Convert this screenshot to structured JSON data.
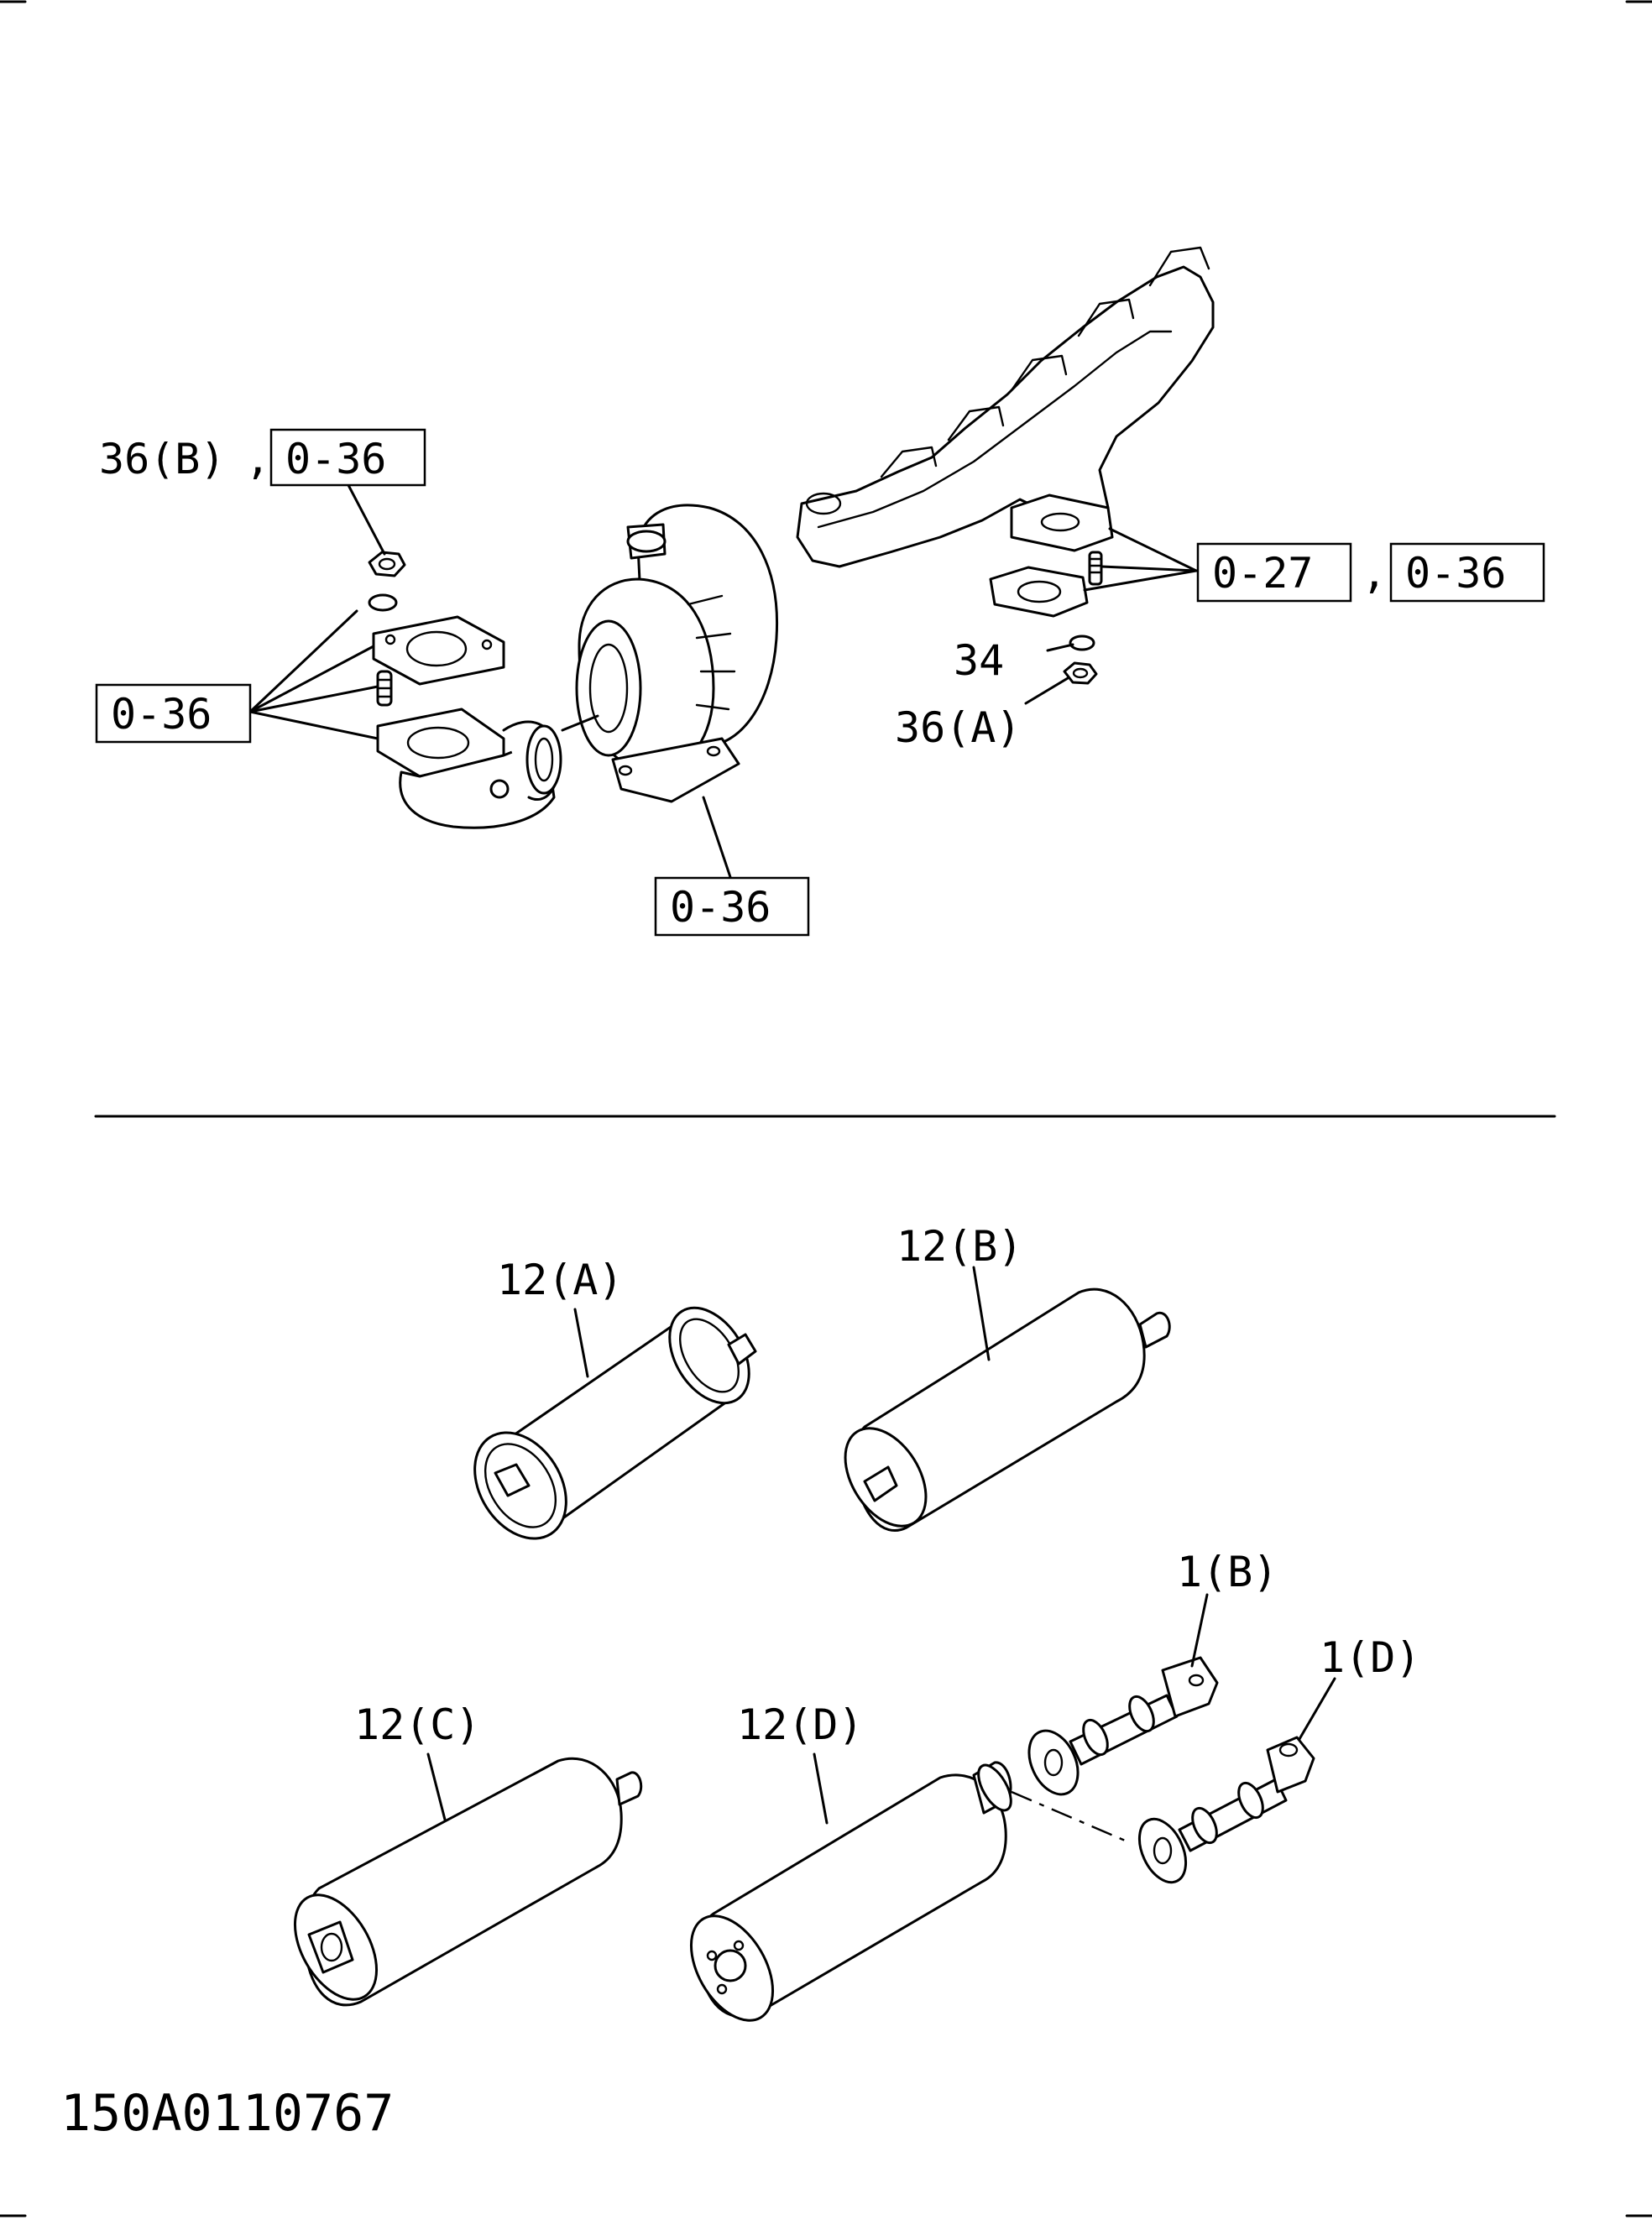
{
  "diagram": {
    "drawing_number": "150A0110767",
    "callouts": {
      "turbo_outlet_nut": "36(B)",
      "turbo_outlet_nut_ref": "0-36",
      "exhaust_elbow_ref": "0-36",
      "turbocharger_ref": "0-36",
      "manifold_ref_1": "0-27",
      "manifold_ref_2": "0-36",
      "separator": ",",
      "washer": "34",
      "manifold_nut": "36(A)",
      "muffler_a": "12(A)",
      "muffler_b": "12(B)",
      "muffler_c": "12(C)",
      "muffler_d": "12(D)",
      "pipe_b": "1(B)",
      "pipe_d": "1(D)"
    }
  }
}
